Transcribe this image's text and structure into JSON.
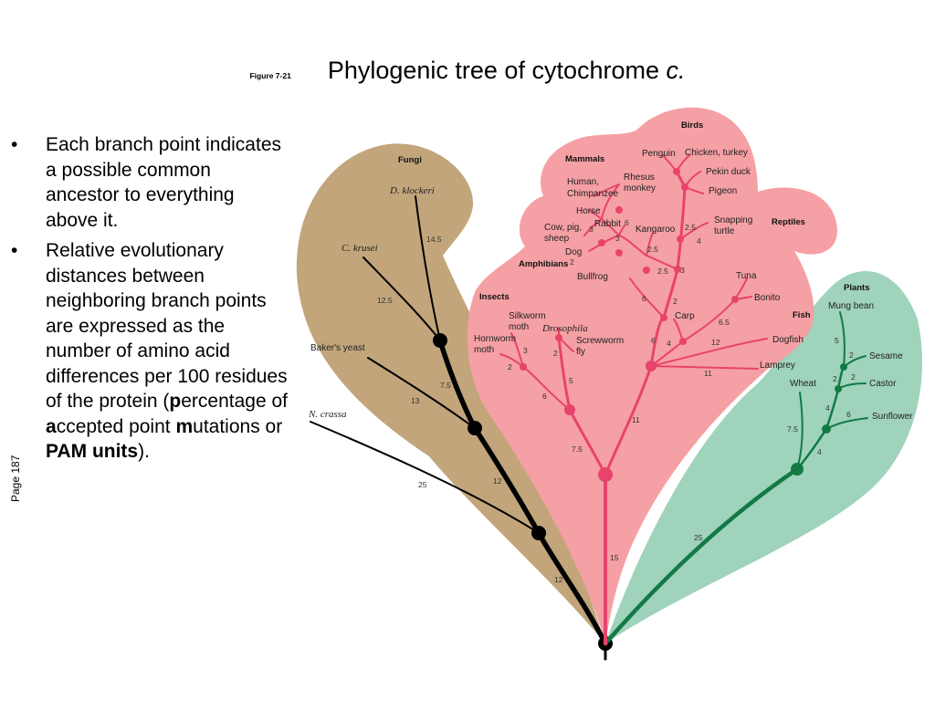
{
  "title": {
    "number": "Figure 7-21",
    "text": "Phylogenic tree of cytochrome",
    "italic": "c."
  },
  "bullets": [
    "Each branch point indicates a possible common ancestor to everything above it.",
    {
      "pre": "Relative evolutionary distances between neighboring branch points are expressed as the number of amino acid differences per 100 residues of the protein (",
      "b1": "p",
      "t1": "ercentage of ",
      "b2": "a",
      "t2": "ccepted point ",
      "b3": "m",
      "t3": "utations or ",
      "b4": "PAM units",
      "post": ")."
    }
  ],
  "page_ref": "Page 187",
  "colors": {
    "fungi": "#c2a57b",
    "animals": "#f5a0a4",
    "plants": "#9fd3bb",
    "fungi_branch": "#000000",
    "animal_branch": "#e8436a",
    "plant_branch": "#137a45"
  },
  "groups": {
    "fungi": "Fungi",
    "birds": "Birds",
    "mammals": "Mammals",
    "reptiles": "Reptiles",
    "amphibians": "Amphibians",
    "insects": "Insects",
    "fish": "Fish",
    "plants": "Plants"
  },
  "taxa": {
    "d_klockeri": "D. klockeri",
    "c_krusei": "C. krusei",
    "bakers_yeast": "Baker's yeast",
    "n_crassa": "N. crassa",
    "penguin": "Penguin",
    "chicken": "Chicken, turkey",
    "pekin": "Pekin duck",
    "pigeon": "Pigeon",
    "human1": "Human,",
    "human2": "Chimpanzee",
    "rhesus1": "Rhesus",
    "rhesus2": "monkey",
    "horse": "Horse",
    "cow1": "Cow, pig,",
    "cow2": "sheep",
    "rabbit": "Rabbit",
    "kangaroo": "Kangaroo",
    "dog": "Dog",
    "snapping1": "Snapping",
    "snapping2": "turtle",
    "bullfrog": "Bullfrog",
    "tuna": "Tuna",
    "bonito": "Bonito",
    "carp": "Carp",
    "dogfish": "Dogfish",
    "lamprey": "Lamprey",
    "silkworm1": "Silkworm",
    "silkworm2": "moth",
    "drosophila": "Drosophila",
    "hornworm1": "Hornworm",
    "hornworm2": "moth",
    "screwworm1": "Screwworm",
    "screwworm2": "fly",
    "mung": "Mung bean",
    "sesame": "Sesame",
    "castor": "Castor",
    "wheat": "Wheat",
    "sunflower": "Sunflower"
  },
  "distances": {
    "f1": "14.5",
    "f2": "12.5",
    "f3": "7.5",
    "f4": "13",
    "f5": "12",
    "f6": "25",
    "f7": "12",
    "a_root": "15",
    "a_11": "11",
    "a_75": "7.5",
    "a_6i": "6",
    "a_5": "5",
    "a_2s": "2",
    "a_3h": "3",
    "a_2h": "2",
    "a_2d": "2",
    "a_4c": "4",
    "a_6c": "6",
    "a_12d": "12",
    "a_65": "6.5",
    "a_11l": "11",
    "a_6m": "6",
    "a_2m": "2",
    "a_3m": "3",
    "a_25a": "2.5",
    "a_25b": "2.5",
    "a_25t": "2.5",
    "a_4t": "4",
    "a_2b": "2",
    "a_3b": "3",
    "a_3c": "3",
    "a_6r": "6",
    "a_1r": "3",
    "p_25": "25",
    "p_4": "4",
    "p_75": "7.5",
    "p_4b": "4",
    "p_6": "6",
    "p_2a": "2",
    "p_2b": "2",
    "p_2c": "2",
    "p_5": "5"
  }
}
